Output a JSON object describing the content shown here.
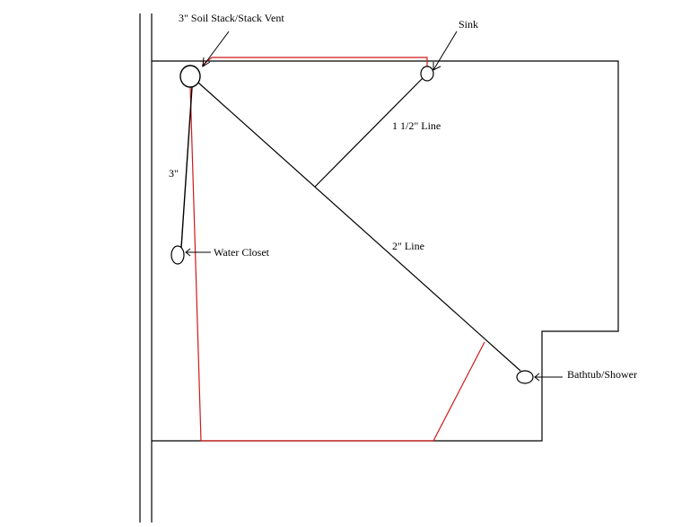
{
  "labels": {
    "soil_stack": "3\" Soil Stack/Stack Vent",
    "sink": "Sink",
    "line_1_5": "1  1/2\" Line",
    "three_inch": "3\"",
    "water_closet": "Water Closet",
    "line_2": "2\" Line",
    "bathtub": "Bathtub/Shower"
  },
  "colors": {
    "ink": "#000000",
    "proposed_route": "#d01818"
  }
}
